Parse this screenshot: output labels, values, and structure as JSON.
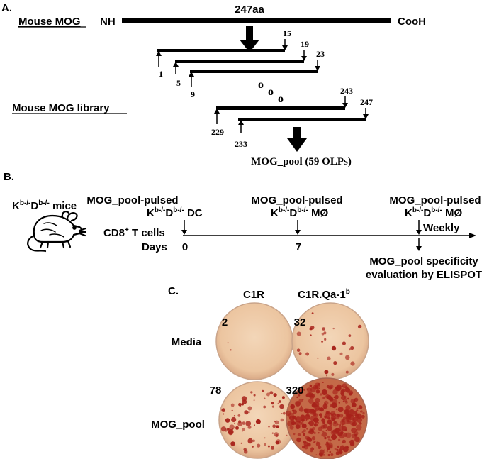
{
  "panel_a": {
    "label": "A.",
    "mouse_mog_title": "Mouse MOG",
    "nh": "NH",
    "cooh": "CooH",
    "length": "247aa",
    "library_title": "Mouse MOG library",
    "peptide_numbers": [
      "1",
      "15",
      "5",
      "19",
      "9",
      "23",
      "229",
      "243",
      "233",
      "247"
    ],
    "ellipsis": [
      "o",
      "o",
      "o"
    ],
    "pool_label": "MOG_pool (59 OLPs)"
  },
  "panel_b": {
    "label": "B.",
    "mice_base": "K",
    "mice_sup1": "b-/-",
    "mice_mid": "D",
    "mice_sup2": "b-/-",
    "mice_suffix": " mice",
    "step1_title": "MOG_pool-pulsed",
    "step1_cell": "DC",
    "step2_title": "MOG_pool-pulsed",
    "step2_cell": "MØ",
    "step3_title": "MOG_pool-pulsed",
    "step3_cell": "MØ",
    "cd8_base": "CD8",
    "cd8_sup": "+",
    "cd8_suffix": " T cells",
    "days_label": "Days",
    "day0": "0",
    "day7": "7",
    "weekly": "Weekly",
    "eval_line1": "MOG_pool specificity",
    "eval_line2": "evaluation by ELISPOT"
  },
  "panel_c": {
    "label": "C.",
    "col1": "C1R",
    "col2_base": "C1R.Qa-1",
    "col2_sup": "b",
    "row1": "Media",
    "row2": "MOG_pool",
    "counts": [
      "2",
      "32",
      "78",
      "320"
    ],
    "colors": {
      "well": "#efc9a6",
      "spot": "#a8231b"
    }
  }
}
